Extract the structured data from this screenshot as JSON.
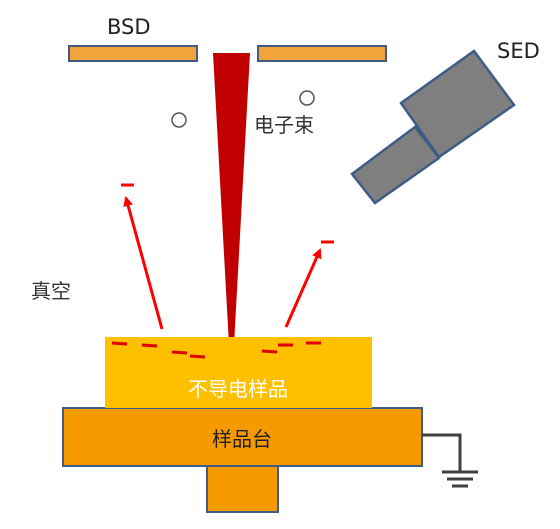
{
  "labels": {
    "bsd": "BSD",
    "sed": "SED",
    "electron_beam": "电子束",
    "vacuum": "真空",
    "sample": "不导电样品",
    "stage": "样品台"
  },
  "colors": {
    "detector_orange": "#F2A33A",
    "detector_border": "#3E5C86",
    "sed_gray": "#7F7F7F",
    "beam_red": "#C00000",
    "arrow_red": "#FF0000",
    "sample_yellow": "#FFC000",
    "stage_orange": "#F79A00",
    "stage_border": "#3E5C86",
    "ground_gray": "#404040"
  },
  "icons": [
    "ground-icon",
    "electron-minus-icon",
    "gas-molecule-icon"
  ]
}
